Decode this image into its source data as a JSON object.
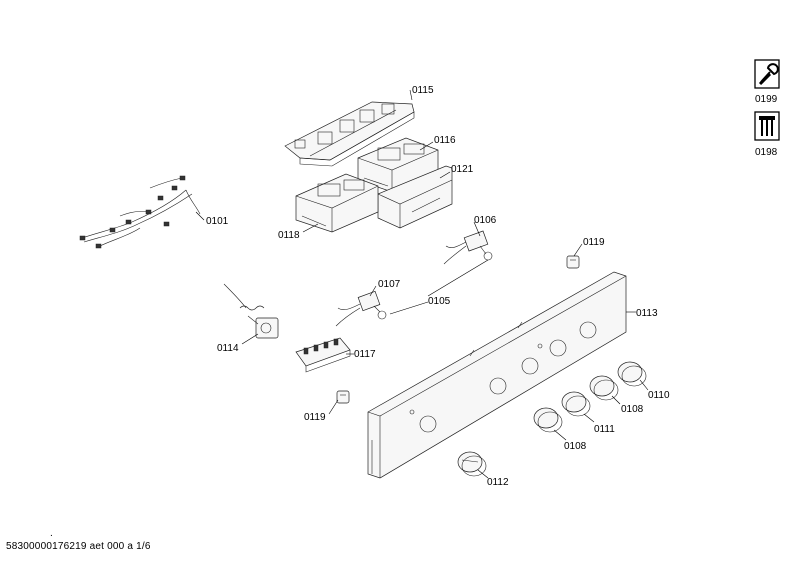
{
  "callouts": {
    "c0115": "0115",
    "c0116": "0116",
    "c0121": "0121",
    "c0118": "0118",
    "c0101": "0101",
    "c0106": "0106",
    "c0119_top": "0119",
    "c0107": "0107",
    "c0105": "0105",
    "c0113": "0113",
    "c0114": "0114",
    "c0117": "0117",
    "c0119_bottom": "0119",
    "c0110": "0110",
    "c0108_a": "0108",
    "c0111": "0111",
    "c0108_b": "0108",
    "c0112": "0112"
  },
  "side_icons": {
    "service_label": "0199",
    "accessories_label": "0198"
  },
  "footer": {
    "dot": ".",
    "doc_id": "58300000176219 aet 000 a 1/6"
  }
}
